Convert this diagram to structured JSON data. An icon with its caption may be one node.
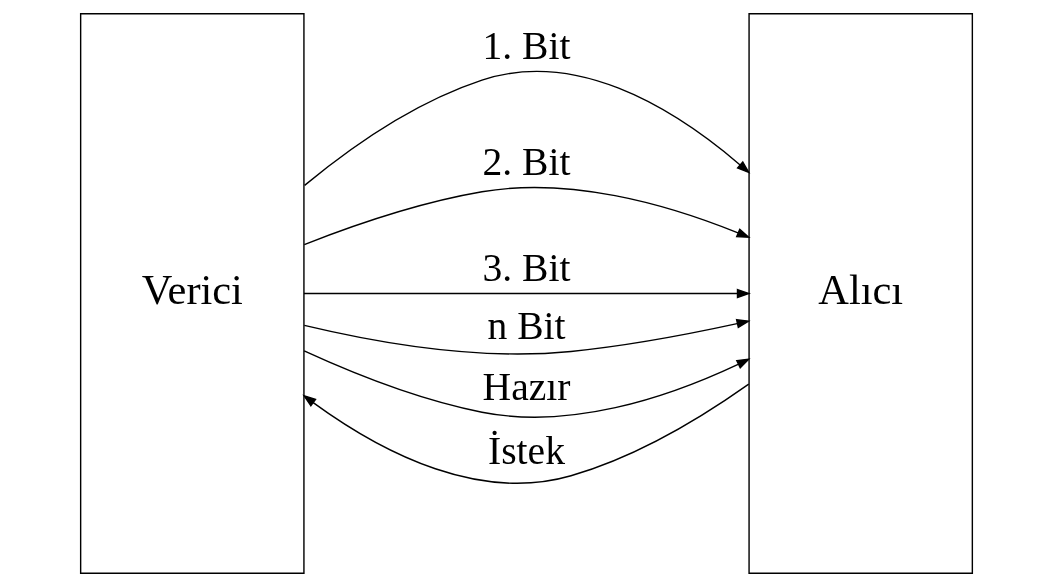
{
  "diagram": {
    "nodes": [
      {
        "text": [
          "Verici"
        ]
      },
      {
        "text": [
          "Alıcı"
        ]
      }
    ],
    "edges": [
      {
        "from": 0,
        "to": 1,
        "arrow": "to",
        "label": "1. Bit"
      },
      {
        "from": 0,
        "to": 1,
        "arrow": "to",
        "label": "2. Bit"
      },
      {
        "from": 0,
        "to": 1,
        "arrow": "to",
        "label": "3. Bit"
      },
      {
        "from": 0,
        "to": 1,
        "arrow": "to",
        "label": "n Bit"
      },
      {
        "from": 0,
        "to": 1,
        "arrow": "to",
        "label": "Hazır"
      },
      {
        "from": 1,
        "to": 0,
        "arrow": "to",
        "label": "İstek"
      }
    ]
  }
}
